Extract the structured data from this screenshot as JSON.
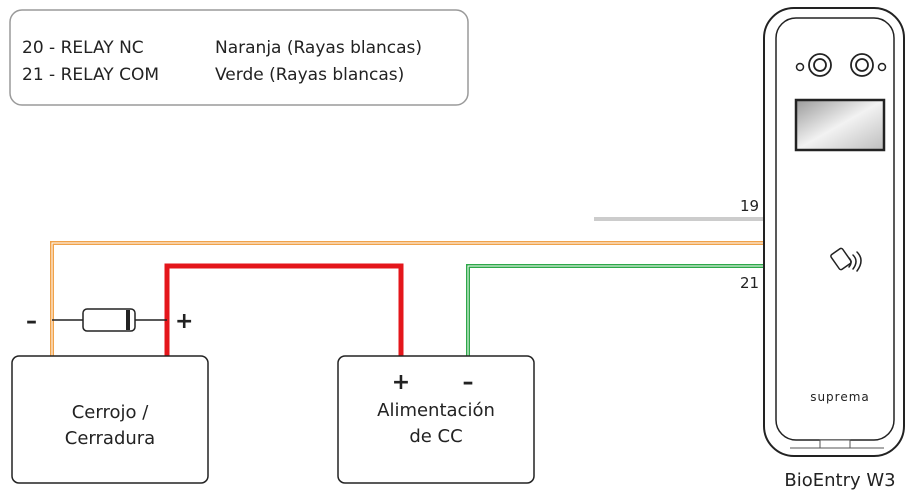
{
  "legend": {
    "rows": [
      {
        "pin": "20 - RELAY NC",
        "color": "Naranja (Rayas blancas)"
      },
      {
        "pin": "21 - RELAY COM",
        "color": "Verde (Rayas blancas)"
      }
    ]
  },
  "wires": {
    "orange": "#f0a24a",
    "red": "#e4161b",
    "green": "#2fa84a",
    "gray": "#9a9a9a"
  },
  "lock": {
    "line1": "Cerrojo /",
    "line2": "Cerradura"
  },
  "diode": {
    "minus": "–",
    "plus": "+"
  },
  "power": {
    "plus": "+",
    "minus": "–",
    "line1": "Alimentación",
    "line2": "de CC"
  },
  "device": {
    "pin_top": "19",
    "pin_bottom": "21",
    "brand": "suprema",
    "model": "BioEntry W3"
  }
}
